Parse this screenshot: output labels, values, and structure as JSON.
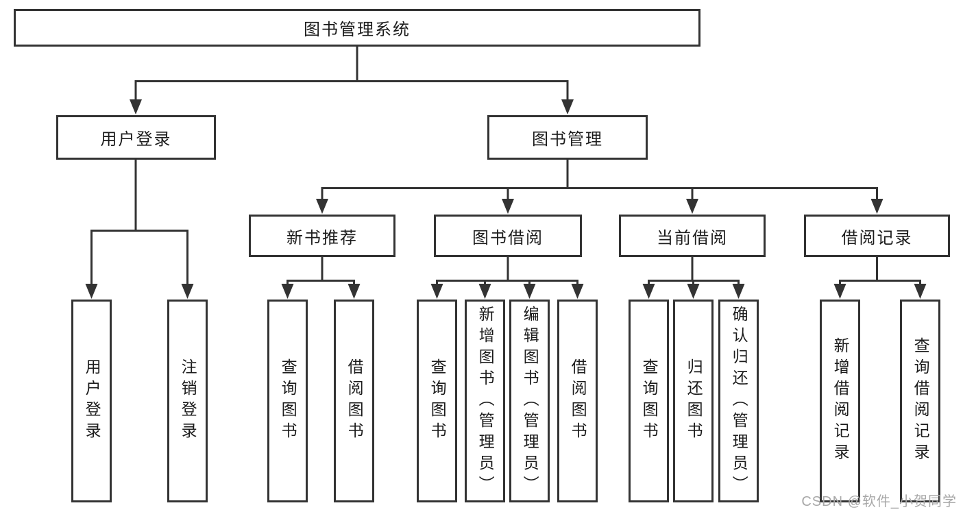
{
  "diagram": {
    "root": {
      "label": "图书管理系统"
    },
    "level2": [
      {
        "label": "用户登录"
      },
      {
        "label": "图书管理"
      }
    ],
    "level3": [
      {
        "label": "新书推荐"
      },
      {
        "label": "图书借阅"
      },
      {
        "label": "当前借阅"
      },
      {
        "label": "借阅记录"
      }
    ],
    "leaves": {
      "user_login": [
        "用户登录",
        "注销登录"
      ],
      "new_book_recommend": [
        "查询图书",
        "借阅图书"
      ],
      "book_borrow": [
        "查询图书",
        "新增图书（管理员）",
        "编辑图书（管理员）",
        "借阅图书"
      ],
      "current_borrow": [
        "查询图书",
        "归还图书",
        "确认归还（管理员）"
      ],
      "borrow_record": [
        "新增借阅记录",
        "查询借阅记录"
      ]
    }
  },
  "watermark": {
    "text": "CSDN @软件_小贺同学"
  },
  "colors": {
    "line": "#333333",
    "box_border": "#333333",
    "box_background": "#ffffff",
    "text": "#1c1c1c",
    "watermark": "#a8a8a8",
    "background": "#ffffff"
  }
}
